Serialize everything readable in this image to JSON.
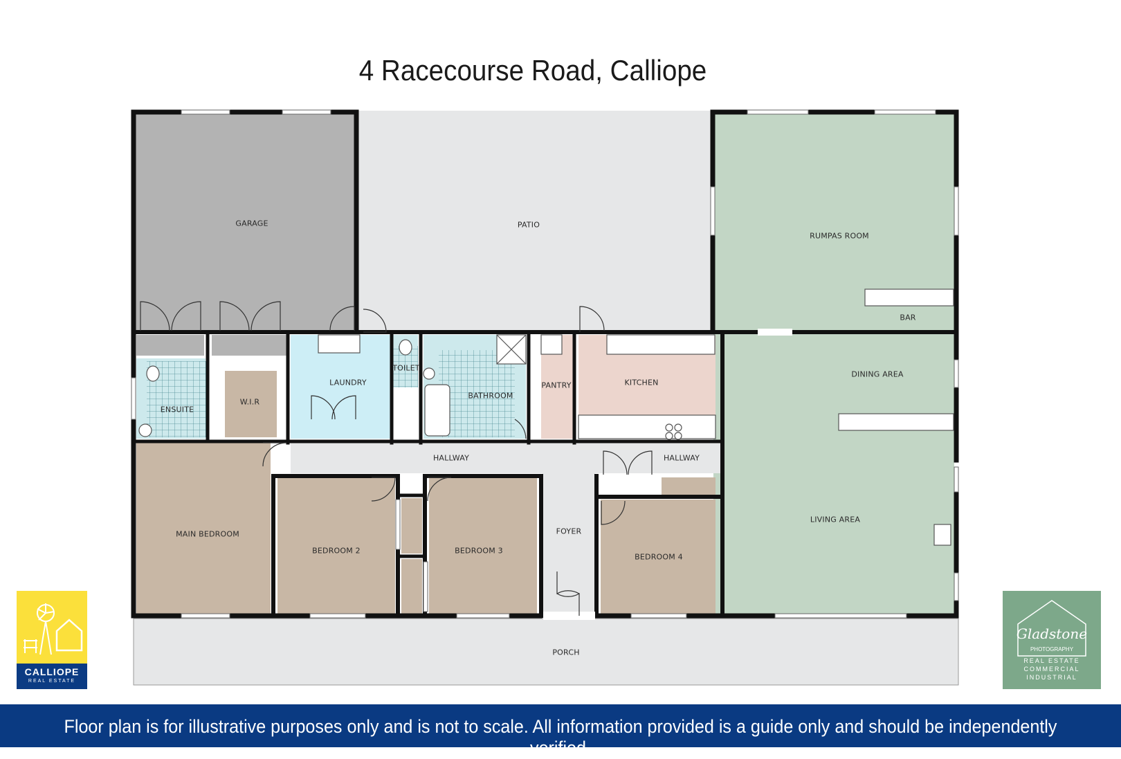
{
  "title": "4 Racecourse Road, Calliope",
  "rooms": {
    "garage": "GARAGE",
    "patio": "PATIO",
    "rumpas_room": "RUMPAS ROOM",
    "bar": "BAR",
    "ensuite": "ENSUITE",
    "wir": "W.I.R",
    "laundry": "LAUNDRY",
    "toilet": "TOILET",
    "bathroom": "BATHROOM",
    "pantry": "PANTRY",
    "kitchen": "KITCHEN",
    "dining_area": "DINING AREA",
    "hallway_left": "HALLWAY",
    "hallway_right": "HALLWAY",
    "main_bedroom": "MAIN BEDROOM",
    "bedroom_2": "BEDROOM 2",
    "bedroom_3": "BEDROOM 3",
    "foyer": "FOYER",
    "bedroom_4": "BEDROOM 4",
    "living_area": "LIVING AREA",
    "porch": "PORCH"
  },
  "colors": {
    "garage": "#b3b3b3",
    "patio": "#e6e7e8",
    "green": "#c2d6c5",
    "wet": "#cde9ec",
    "laundry": "#cdeef6",
    "kitchen": "#ecd5cd",
    "bedroom": "#c8b7a5",
    "hall": "#e6e7e8",
    "wall": "#111111",
    "footer": "#0a3a82"
  },
  "disclaimer": "Floor plan is for illustrative purposes only and is not to scale. All information provided is a guide only and should be independently verified.",
  "logo_left": {
    "name": "CALLIOPE",
    "sub": "REAL ESTATE",
    "icon": "windmill-farmhouse-icon"
  },
  "logo_right": {
    "script": "Gladstone",
    "line1": "PHOTOGRAPHY",
    "line2": "REAL ESTATE",
    "line3": "COMMERCIAL",
    "line4": "INDUSTRIAL",
    "icon": "house-outline-icon"
  }
}
